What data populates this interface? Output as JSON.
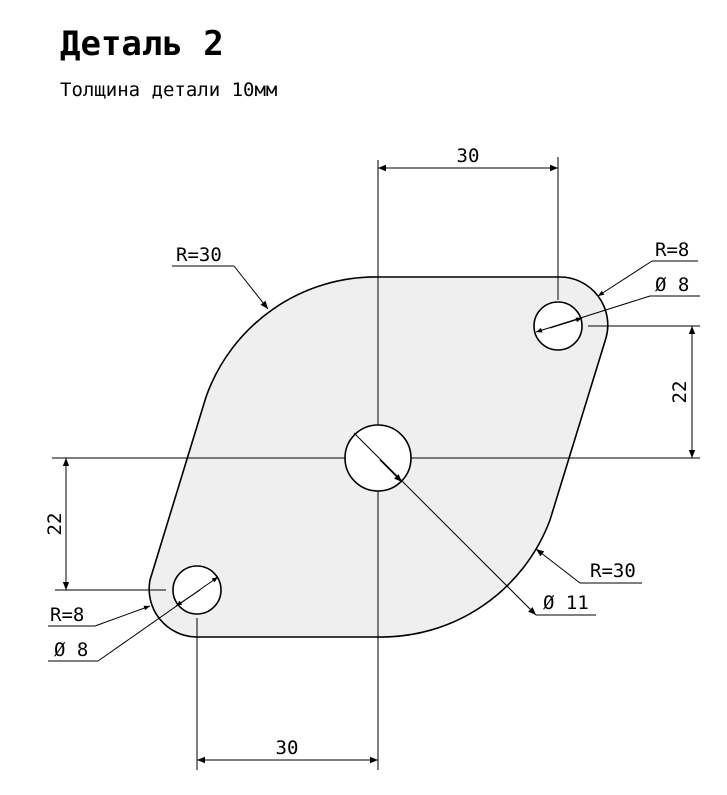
{
  "title": "Деталь 2",
  "subtitle": "Толщина детали 10мм",
  "colors": {
    "part_fill": "#efefef",
    "line": "#000000",
    "background": "#ffffff"
  },
  "dimensions": {
    "top_width": "30",
    "bottom_width": "30",
    "right_height": "22",
    "left_height": "22",
    "radius_top_left": "R=30",
    "radius_bottom_right": "R=30",
    "radius_top_right_hole": "R=8",
    "diameter_top_right_hole": "Ø 8",
    "radius_bottom_left_hole": "R=8",
    "diameter_bottom_left_hole": "Ø 8",
    "diameter_center_hole": "Ø 11"
  }
}
